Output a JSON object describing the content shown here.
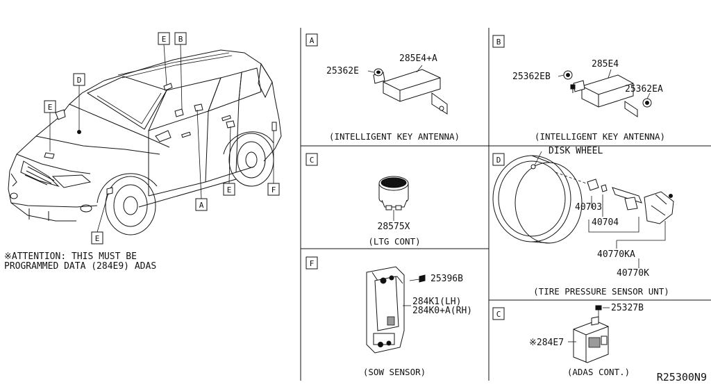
{
  "attention": {
    "line1": "※ATTENTION: THIS MUST BE",
    "line2": "PROGRAMMED DATA (284E9) ADAS"
  },
  "drawing_number": "R25300N9",
  "vehicle_callouts": [
    "E",
    "B",
    "D",
    "E",
    "A",
    "E",
    "F",
    "E"
  ],
  "panels": {
    "A": {
      "letter": "A",
      "caption": "(INTELLIGENT KEY ANTENNA)",
      "parts": [
        "285E4+A",
        "25362E"
      ]
    },
    "B": {
      "letter": "B",
      "caption": "(INTELLIGENT KEY ANTENNA)",
      "parts": [
        "285E4",
        "25362EB",
        "25362EA"
      ]
    },
    "C1": {
      "letter": "C",
      "caption": "(LTG CONT)",
      "parts": [
        "28575X"
      ]
    },
    "D": {
      "letter": "D",
      "caption": "(TIRE PRESSURE SENSOR UNT)",
      "parts": [
        "DISK WHEEL",
        "40703",
        "40704",
        "40770KA",
        "40770K"
      ]
    },
    "F": {
      "letter": "F",
      "caption": "(SOW SENSOR)",
      "parts": [
        "25396B",
        "284K1(LH)",
        "284K0+A(RH)"
      ]
    },
    "C2": {
      "letter": "C",
      "caption": "(ADAS CONT.)",
      "parts": [
        "25327B",
        "※284E7"
      ]
    }
  }
}
